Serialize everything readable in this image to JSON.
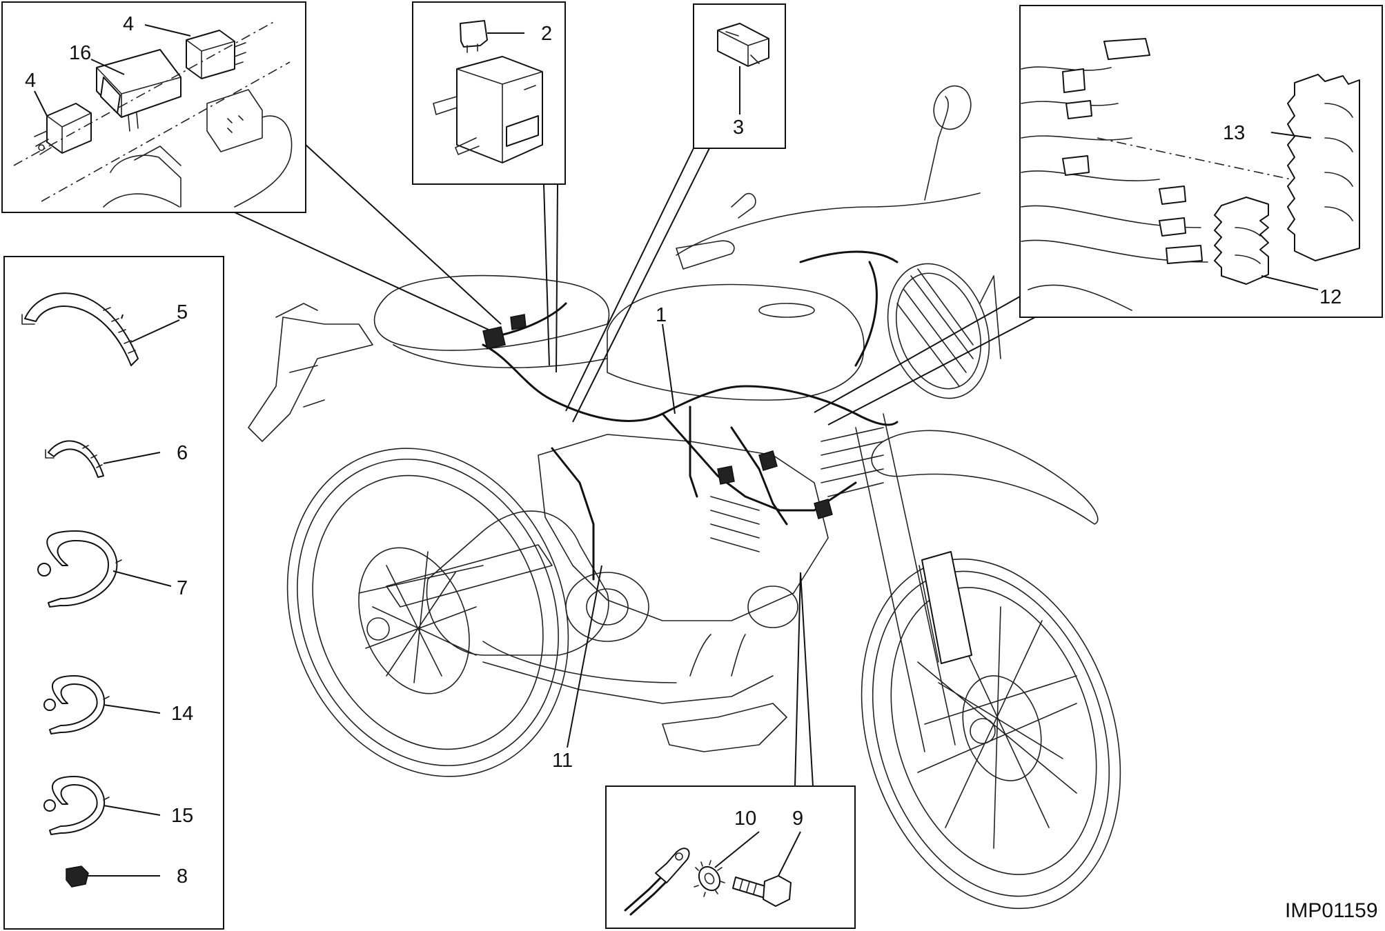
{
  "diagram": {
    "image_code": "IMP01159",
    "callouts": {
      "c1": "1",
      "c2": "2",
      "c3": "3",
      "c4a": "4",
      "c4b": "4",
      "c5": "5",
      "c6": "6",
      "c7": "7",
      "c8": "8",
      "c9": "9",
      "c10": "10",
      "c11": "11",
      "c12": "12",
      "c13": "13",
      "c14": "14",
      "c15": "15",
      "c16": "16"
    }
  }
}
